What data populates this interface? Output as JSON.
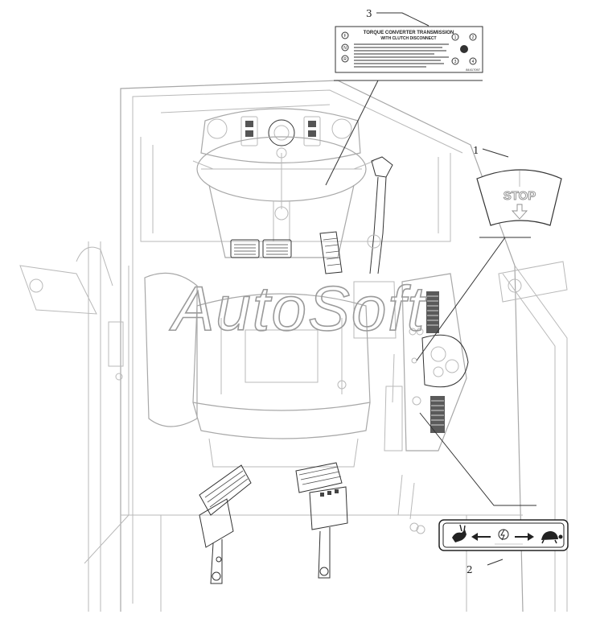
{
  "watermark": "AutoSoft",
  "callouts": {
    "c1": "1",
    "c2": "2",
    "c3": "3"
  },
  "decal_transmission": {
    "title": "TORQUE CONVERTER TRANSMISSION",
    "subtitle": "WITH CLUTCH DISCONNECT",
    "left_letters": [
      "F",
      "N",
      "R"
    ],
    "right_numbers": [
      "1",
      "2",
      "3",
      "4"
    ],
    "part_number": "84417097"
  },
  "decal_stop": {
    "label": "STOP"
  },
  "colors": {
    "line": "#b9b9b9",
    "ink": "#333333",
    "watermark": "#9a9a9a"
  }
}
